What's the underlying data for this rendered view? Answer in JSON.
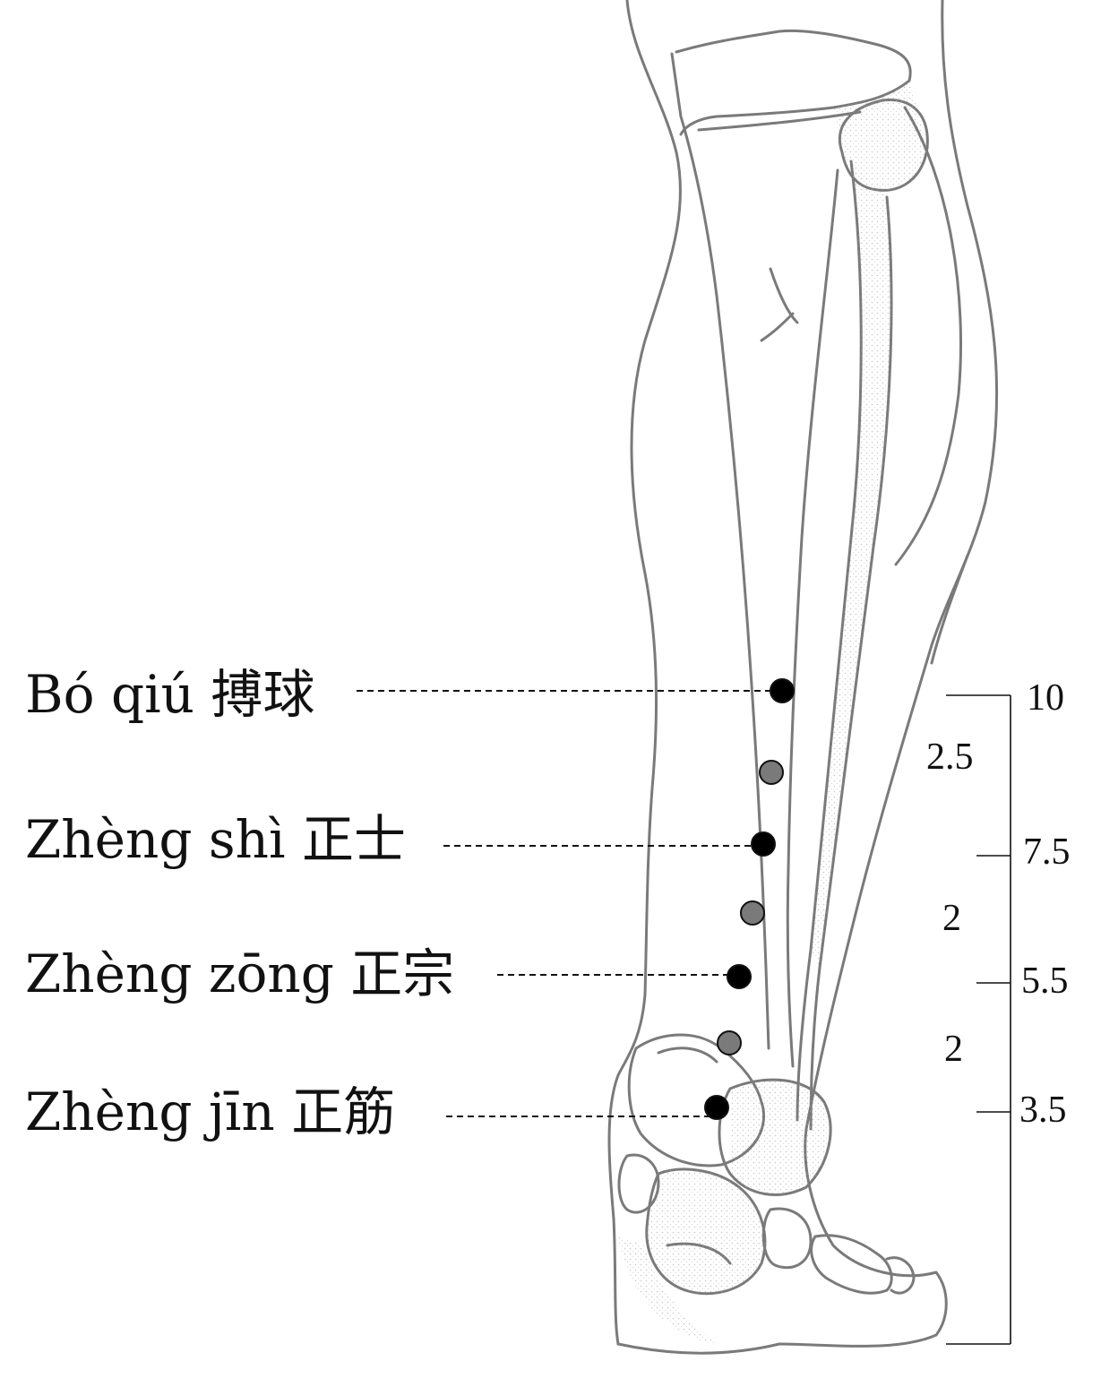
{
  "points": [
    {
      "pinyin": "Bó qiú",
      "hanzi": "搏球"
    },
    {
      "pinyin": "Zhèng shì",
      "hanzi": "正士"
    },
    {
      "pinyin": "Zhèng zōng",
      "hanzi": "正宗"
    },
    {
      "pinyin": "Zhèng jīn",
      "hanzi": "正筋"
    }
  ],
  "scale": {
    "ticks": [
      "10",
      "7.5",
      "5.5",
      "3.5"
    ],
    "segments": [
      "2.5",
      "2",
      "2"
    ]
  },
  "colors": {
    "ink": "#111111",
    "outline": "#7a7a7a",
    "point_primary": "#000000",
    "point_secondary": "#7a7a7a"
  }
}
